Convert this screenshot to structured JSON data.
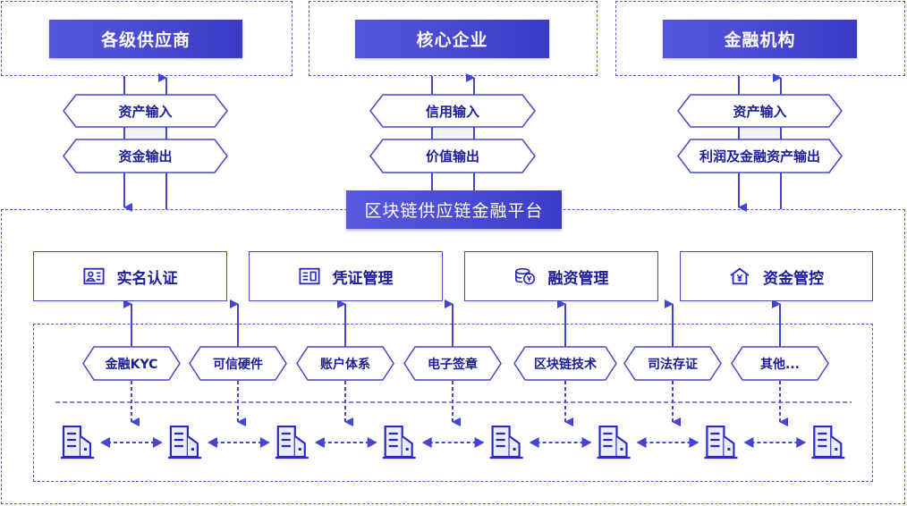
{
  "colors": {
    "primary": "#4040cc",
    "line": "#4545d0",
    "text": "#1c1c9a",
    "dash": "#5a5ad6"
  },
  "participants": [
    {
      "id": "suppliers",
      "label": "各级供应商",
      "flows": [
        "资产输入",
        "资金输出"
      ]
    },
    {
      "id": "core",
      "label": "核心企业",
      "flows": [
        "信用输入",
        "价值输出"
      ]
    },
    {
      "id": "institutions",
      "label": "金融机构",
      "flows": [
        "资产输入",
        "利润及金融资产输出"
      ]
    }
  ],
  "platform": {
    "title": "区块链供应链金融平台"
  },
  "functions": [
    {
      "label": "实名认证",
      "icon": "id-card-icon"
    },
    {
      "label": "凭证管理",
      "icon": "voucher-icon"
    },
    {
      "label": "融资管理",
      "icon": "coins-icon"
    },
    {
      "label": "资金管控",
      "icon": "house-yen-icon"
    }
  ],
  "technologies": [
    "金融KYC",
    "可信硬件",
    "账户体系",
    "电子签章",
    "区块链技术",
    "司法存证",
    "其他..."
  ],
  "nodes": {
    "count": 8,
    "icon": "building-icon"
  }
}
